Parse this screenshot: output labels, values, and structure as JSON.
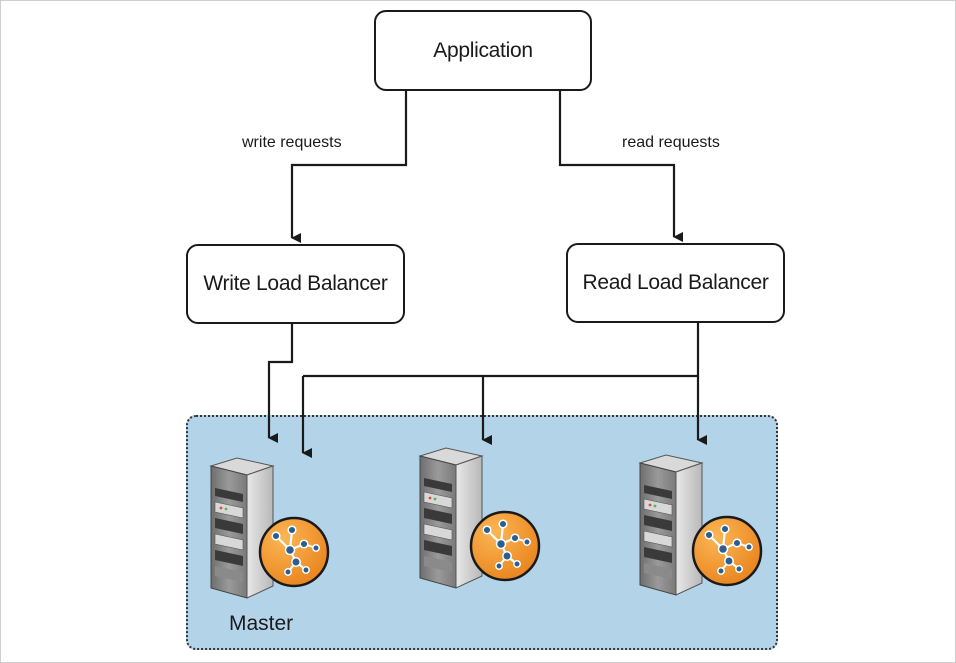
{
  "diagram": {
    "nodes": {
      "application": "Application",
      "write_lb": "Write Load Balancer",
      "read_lb": "Read Load Balancer"
    },
    "edges": {
      "write_requests": "write requests",
      "read_requests": "read requests"
    },
    "cluster": {
      "servers": [
        {
          "role": "master",
          "label": "Master",
          "icon": "server-icon",
          "badge": "network-node-icon"
        },
        {
          "role": "replica",
          "label": "",
          "icon": "server-icon",
          "badge": "network-node-icon"
        },
        {
          "role": "replica",
          "label": "",
          "icon": "server-icon",
          "badge": "network-node-icon"
        }
      ]
    }
  },
  "colors": {
    "cluster_fill": "#b3d4e8",
    "badge": "#f0972a",
    "line": "#1a1a1a"
  }
}
